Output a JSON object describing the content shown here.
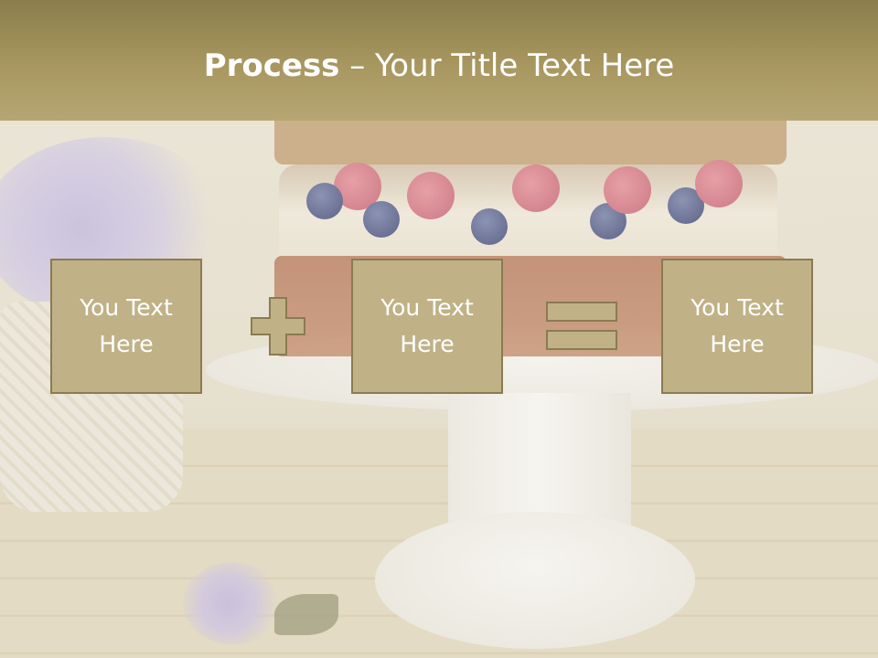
{
  "slide": {
    "title_bold": "Process",
    "title_rest": " – Your Title Text Here"
  },
  "process": {
    "boxes": [
      {
        "label": "You Text Here"
      },
      {
        "label": "You Text Here"
      },
      {
        "label": "You Text Here"
      }
    ],
    "operators": [
      "plus-icon",
      "equals-icon"
    ]
  },
  "colors": {
    "title_bar": "#a8975f",
    "box_fill": "#c0b187",
    "box_border": "#8a7b52",
    "text": "#ffffff"
  }
}
